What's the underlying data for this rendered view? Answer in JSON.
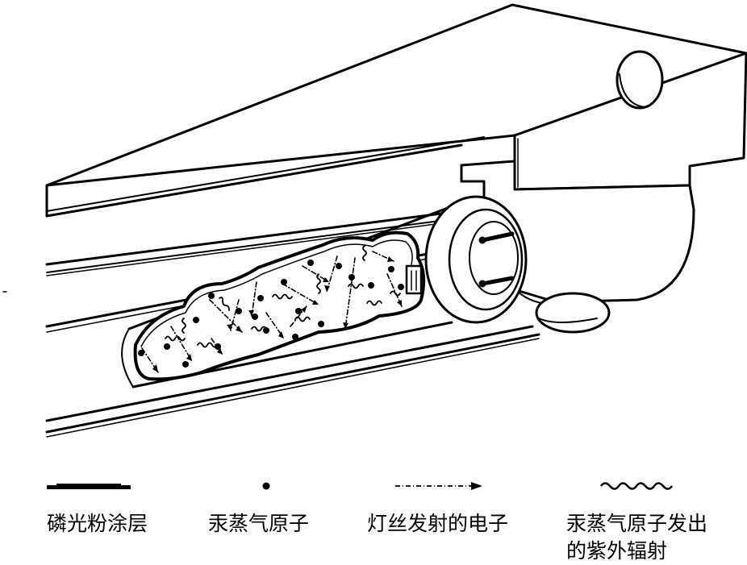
{
  "legend": [
    {
      "icon": "phosphor-coating-line-icon",
      "label": "磷光粉涂层"
    },
    {
      "icon": "mercury-atom-dot-icon",
      "label": "汞蒸气原子"
    },
    {
      "icon": "electron-arrow-icon",
      "label": "灯丝发射的电子"
    },
    {
      "icon": "uv-wave-icon",
      "label_line1": "汞蒸气原子发出",
      "label_line2": "的紫外辐射"
    }
  ],
  "colors": {
    "ink": "#000000",
    "paper": "#ffffff"
  }
}
